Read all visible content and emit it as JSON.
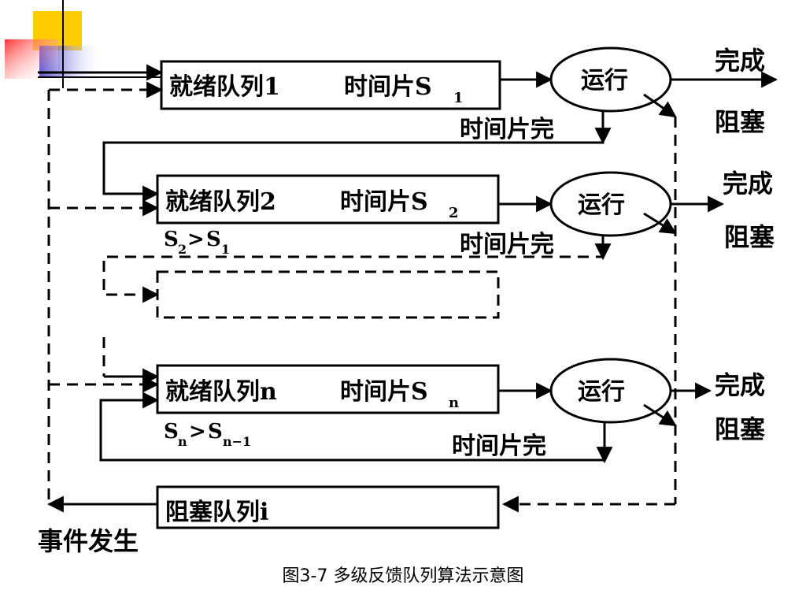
{
  "queues": {
    "q1": {
      "label": "就绪队列1",
      "slice": "时间片S",
      "sub": "1"
    },
    "q2": {
      "label": "就绪队列2",
      "slice": "时间片S",
      "sub": "2"
    },
    "qn": {
      "label": "就绪队列n",
      "slice": "时间片S",
      "sub": "n"
    },
    "blocked": {
      "label": "阻塞队列i"
    }
  },
  "run_label": "运行",
  "done_label": "完成",
  "block_label": "阻塞",
  "slice_done_label": "时间片完",
  "relation2": {
    "a": "S",
    "a_sub": "2",
    "op": ">",
    "b": "S",
    "b_sub": "1"
  },
  "relationn": {
    "a": "S",
    "a_sub": "n",
    "op": ">",
    "b": "S",
    "b_sub": "n−1"
  },
  "event_label": "事件发生",
  "caption": "图3-7 多级反馈队列算法示意图",
  "colors": {
    "deco_yellow": "#ffcc00",
    "deco_blue": "#3333cc",
    "deco_red": "#ff3333"
  }
}
